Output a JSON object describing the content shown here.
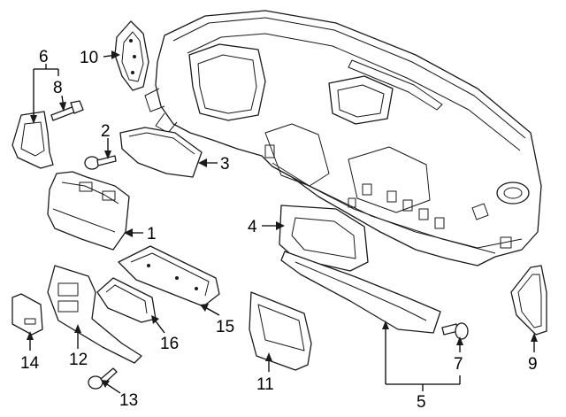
{
  "diagram": {
    "callouts": [
      {
        "id": "c1",
        "label": "1"
      },
      {
        "id": "c2",
        "label": "2"
      },
      {
        "id": "c3",
        "label": "3"
      },
      {
        "id": "c4",
        "label": "4"
      },
      {
        "id": "c5",
        "label": "5"
      },
      {
        "id": "c6",
        "label": "6"
      },
      {
        "id": "c7",
        "label": "7"
      },
      {
        "id": "c8",
        "label": "8"
      },
      {
        "id": "c9",
        "label": "9"
      },
      {
        "id": "c10",
        "label": "10"
      },
      {
        "id": "c11",
        "label": "11"
      },
      {
        "id": "c12",
        "label": "12"
      },
      {
        "id": "c13",
        "label": "13"
      },
      {
        "id": "c14",
        "label": "14"
      },
      {
        "id": "c15",
        "label": "15"
      },
      {
        "id": "c16",
        "label": "16"
      }
    ],
    "colors": {
      "line": "#1a1a1a",
      "background": "#ffffff"
    }
  }
}
